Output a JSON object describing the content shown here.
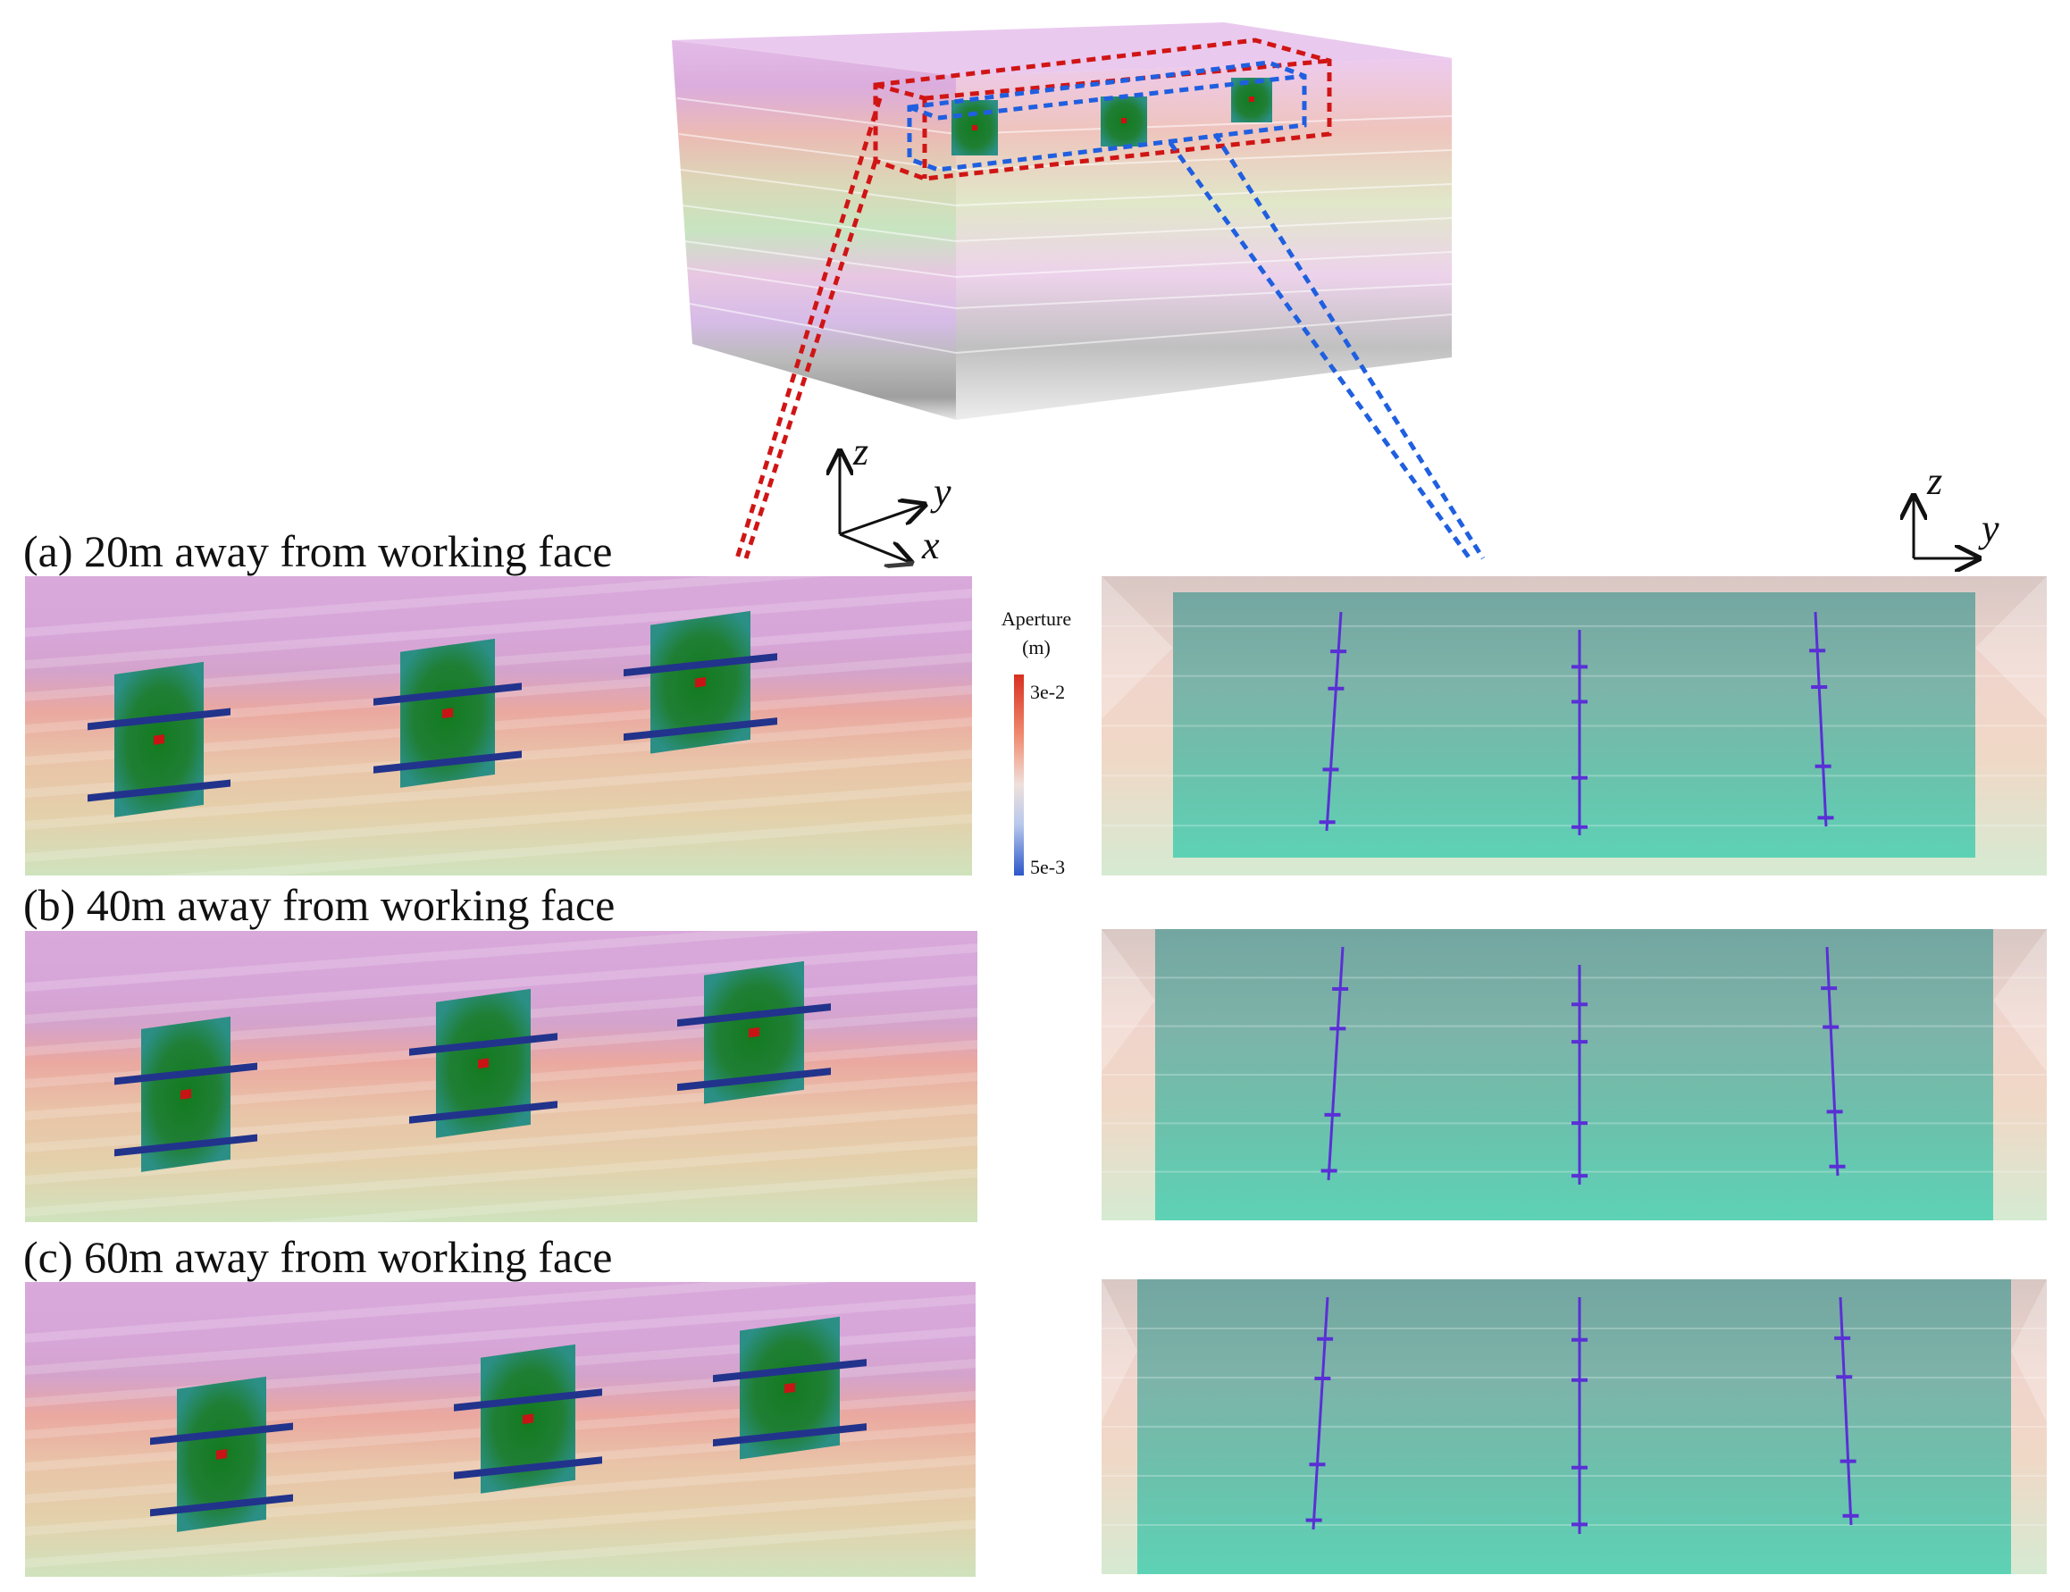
{
  "panels": [
    {
      "caption": "(a) 20m away from working face"
    },
    {
      "caption": "(b) 40m away from working face"
    },
    {
      "caption": "(c) 60m away from working face"
    }
  ],
  "axes_3d": {
    "z": "z",
    "y": "y",
    "x": "x"
  },
  "axes_2d": {
    "z": "z",
    "y": "y"
  },
  "colorbar": {
    "title": "Aperture",
    "unit": "(m)",
    "max_label": "3e-2",
    "min_label": "5e-3",
    "max_color": "#d7301f",
    "min_color": "#2c57c9"
  },
  "colors": {
    "red_outline": "#d01515",
    "blue_outline": "#1f5fe0",
    "fracture_green": "#1f7a2e",
    "fracture_teal": "#2f8f84",
    "fracture_bar": "#22338c",
    "section_teal": "#5cc6b3",
    "fracture_line": "#5a2fd6"
  }
}
